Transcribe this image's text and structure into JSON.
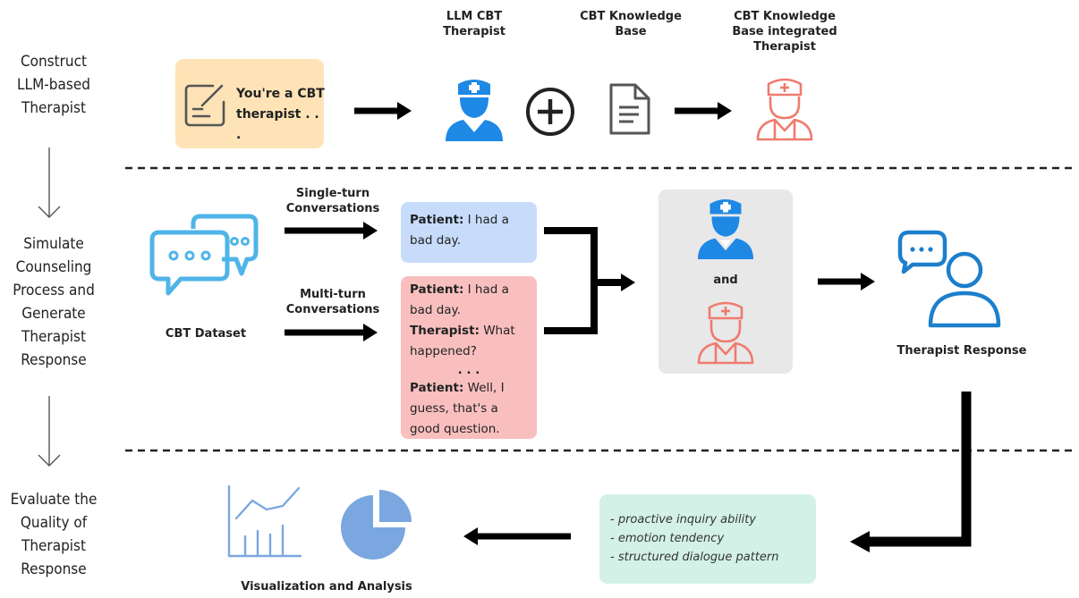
{
  "stages": [
    "Construct\nLLM-based\nTherapist",
    "Simulate\nCounseling\nProcess and\nGenerate\nTherapist\nResponse",
    "Evaluate the\nQuality of\nTherapist\nResponse"
  ],
  "top_row": {
    "prompt_text": "You're a CBT\ntherapist . . .",
    "llm_label": "LLM CBT\nTherapist",
    "kb_label": "CBT Knowledge\nBase",
    "kb_therapist_label": "CBT Knowledge\nBase integrated\nTherapist"
  },
  "middle_row": {
    "dataset_label": "CBT Dataset",
    "single_turn_label": "Single-turn\nConversations",
    "multi_turn_label": "Multi-turn\nConversations",
    "single_turn_message": {
      "speaker": "Patient:",
      "text": " I had a bad day."
    },
    "multi_turn_messages": [
      {
        "speaker": "Patient:",
        "text": " I had a bad day."
      },
      {
        "speaker": "Therapist:",
        "text": " What happened?"
      },
      {
        "speaker": "",
        "text": ". . ."
      },
      {
        "speaker": "Patient:",
        "text": " Well, I guess, that's a good question."
      }
    ],
    "and_label": "and",
    "response_label": "Therapist Response"
  },
  "bottom_row": {
    "metrics": [
      "- proactive inquiry ability",
      "- emotion tendency",
      "- structured dialogue pattern"
    ],
    "viz_label": "Visualization and Analysis"
  },
  "colors": {
    "prompt_bg": "#fde3b6",
    "single_bg": "#c7dcfb",
    "multi_bg": "#f9bfbf",
    "therapist_panel_bg": "#e8e8e8",
    "metrics_bg": "#d3f1e7",
    "blue_doctor": "#1e88e5",
    "pink_doctor": "#ef7b6f",
    "chat_blue": "#4fb4e8",
    "response_blue": "#1d7fcc",
    "chart_blue": "#7ba7e0"
  },
  "icons": [
    "edit-icon",
    "doctor-icon",
    "plus-circle-icon",
    "document-icon",
    "chat-bubbles-icon",
    "person-chat-icon",
    "line-chart-icon",
    "pie-chart-icon"
  ]
}
